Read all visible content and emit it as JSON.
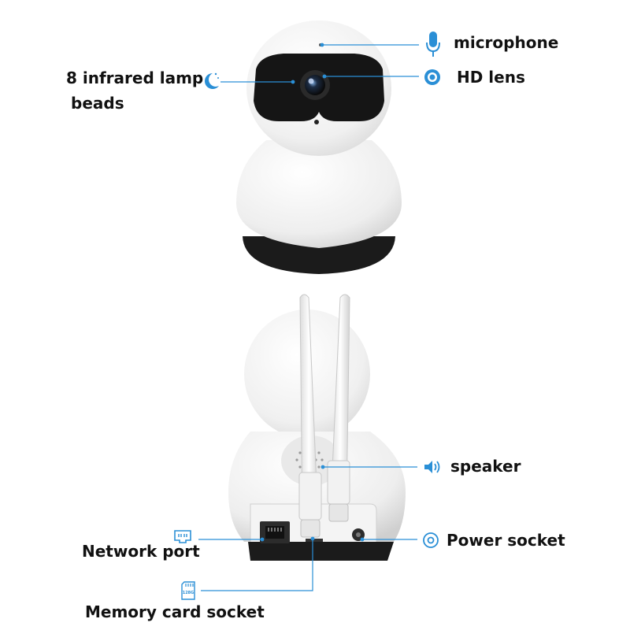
{
  "labels": {
    "microphone": "microphone",
    "infrared_line1": "8 infrared lamp",
    "infrared_line2": "beads",
    "hd_lens": "HD lens",
    "speaker": "speaker",
    "network_port": "Network port",
    "power_socket": "Power socket",
    "memory_card_socket": "Memory card socket",
    "sd_card_capacity": "128G"
  },
  "colors": {
    "accent": "#2a8fd6",
    "text": "#111111",
    "camera_body": "#f2f2f2",
    "camera_dark": "#1b1b1b"
  },
  "icons": {
    "microphone": "microphone-icon",
    "infrared": "moon-icon",
    "hd_lens": "lens-icon",
    "speaker": "speaker-icon",
    "network_port": "ethernet-port-icon",
    "power_socket": "power-socket-icon",
    "memory_card": "sd-card-icon"
  }
}
